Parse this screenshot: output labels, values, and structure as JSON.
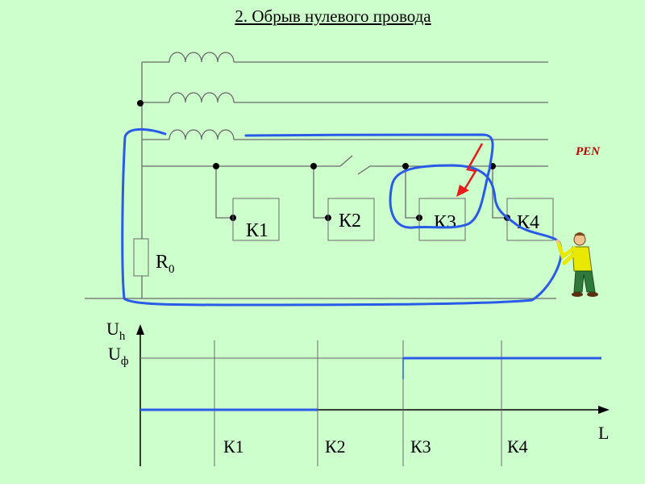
{
  "title": "2. Обрыв нулевого провода",
  "labels": {
    "pen": "PEN",
    "r0_main": "R",
    "r0_sub": "0",
    "k1": "К1",
    "k2": "К2",
    "k3": "К3",
    "k4": "К4"
  },
  "graph": {
    "y_axis_main": "U",
    "y_axis_sub": "h",
    "u_phase_main": "U",
    "u_phase_sub": "ф",
    "x_axis": "L",
    "ticks": [
      "К1",
      "К2",
      "К3",
      "К4"
    ]
  },
  "colors": {
    "background": "#ccffcc",
    "wire": "#6a6a6a",
    "fault_path": "#2a5ae8",
    "lightning": "#e81a1a",
    "person_shirt": "#e8e800",
    "person_trousers": "#2f7a3a"
  }
}
